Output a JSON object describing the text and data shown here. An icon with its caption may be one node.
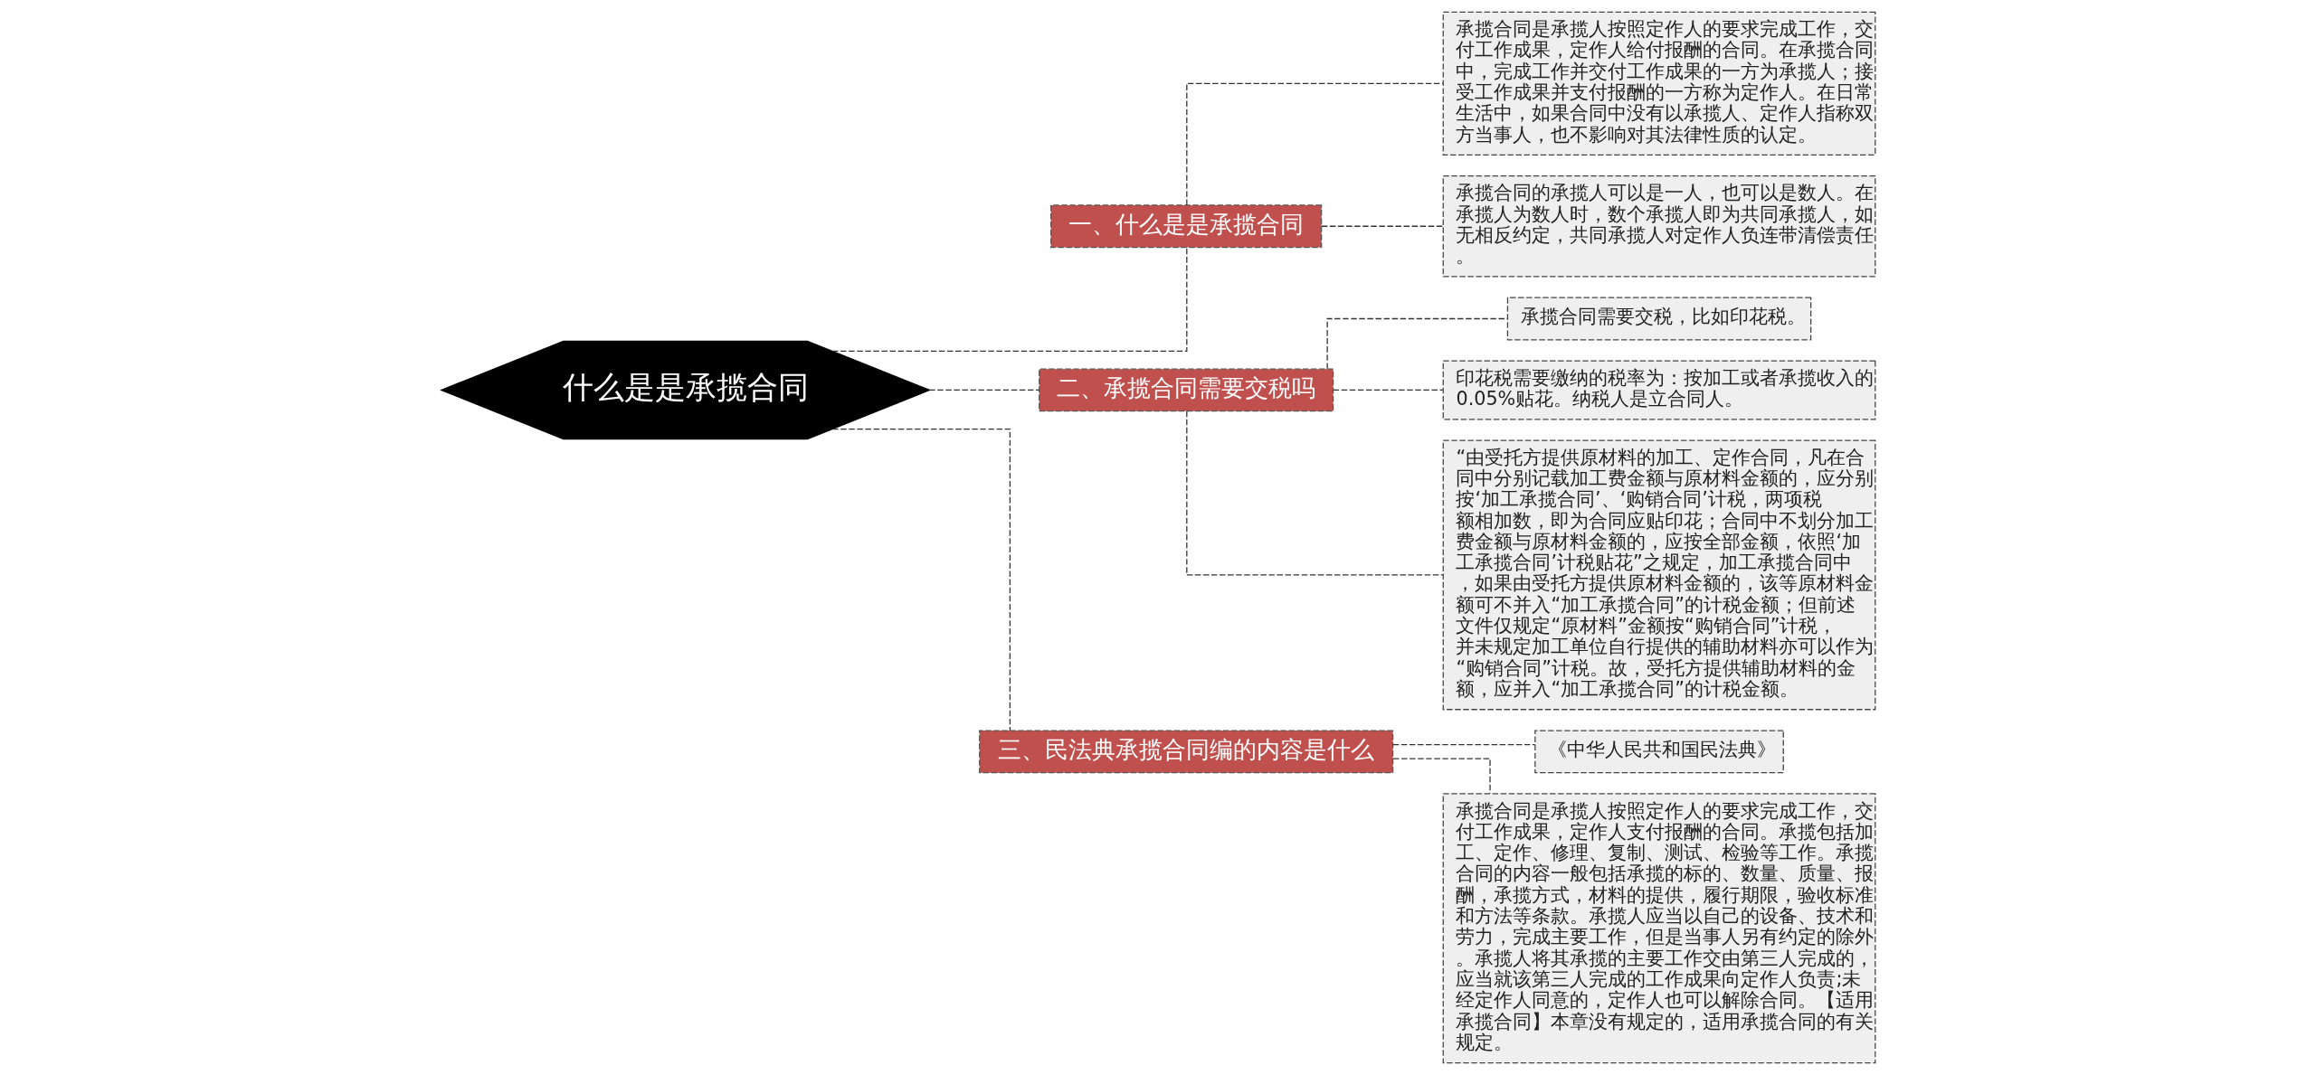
{
  "diagram": {
    "nodes": [
      {
        "text": [
          "什么是是承揽合同"
        ]
      },
      {
        "text": [
          "一、什么是是承揽合同"
        ]
      },
      {
        "text": [
          "承揽合同是承揽人按照定作人的要求完成工作，交付工作成果，定作人给付报酬的合同。在承揽合同中，完成工作并交付工作成果的一方为承揽人；接受工作成果并支付报酬的一方称为定作人。在日常生活中，如果合同中没有以承揽人、定作人指称双方当事人，也不影响对其法律性质的认定。"
        ]
      },
      {
        "text": [
          "承揽合同的承揽人可以是一人，也可以是数人。在承揽人为数人时，数个承揽人即为共同承揽人，如无相反约定，共同承揽人对定作人负连带清偿责任。"
        ]
      },
      {
        "text": [
          "二、承揽合同需要交税吗"
        ]
      },
      {
        "text": [
          "承揽合同需要交税，比如印花税。"
        ]
      },
      {
        "text": [
          "印花税需要缴纳的税率为：按加工或者承揽收入的0.05%贴花。纳税人是立合同人。"
        ]
      },
      {
        "text": [
          "“由受托方提供原材料的加工、定作合同，凡在合同中分别记载加工费金额与原材料金额的，应分别按‘加工承揽合同’、‘购销合同’计税，两项税额相加数，即为合同应贴印花；合同中不划分加工费金额与原材料金额的，应按全部金额，依照‘加工承揽合同’计税贴花”之规定，加工承揽合同中，如果由受托方提供原材料金额的，该等原材料金额可不并入“加工承揽合同”的计税金额；但前述文件仅规定“原材料”金额按“购销合同”计税，并未规定加工单位自行提供的辅助材料亦可以作为“购销合同”计税。故，受托方提供辅助材料的金额，应并入“加工承揽合同”的计税金额。"
        ]
      },
      {
        "text": [
          "三、民法典承揽合同编的内容是什么"
        ]
      },
      {
        "text": [
          "《中华人民共和国民法典》"
        ]
      },
      {
        "text": [
          "承揽合同是承揽人按照定作人的要求完成工作，交付工作成果，定作人支付报酬的合同。承揽包括加工、定作、修理、复制、测试、检验等工作。承揽合同的内容一般包括承揽的标的、数量、质量、报酬，承揽方式，材料的提供，履行期限，验收标准和方法等条款。承揽人应当以自己的设备、技术和劳力，完成主要工作，但是当事人另有约定的除外。承揽人将其承揽的主要工作交由第三人完成的，应当就该第三人完成的工作成果向定作人负责;未经定作人同意的，定作人也可以解除合同。【适用承揽合同】本章没有规定的，适用承揽合同的有关规定。"
        ]
      }
    ],
    "edges": [
      {
        "from": 0,
        "to": 1,
        "arrow": "none",
        "style": "dashed"
      },
      {
        "from": 1,
        "to": 2,
        "arrow": "none",
        "style": "dashed"
      },
      {
        "from": 1,
        "to": 3,
        "arrow": "none",
        "style": "dashed"
      },
      {
        "from": 0,
        "to": 4,
        "arrow": "none",
        "style": "dashed"
      },
      {
        "from": 4,
        "to": 5,
        "arrow": "none",
        "style": "dashed"
      },
      {
        "from": 4,
        "to": 6,
        "arrow": "none",
        "style": "dashed"
      },
      {
        "from": 4,
        "to": 7,
        "arrow": "none",
        "style": "dashed"
      },
      {
        "from": 0,
        "to": 8,
        "arrow": "none",
        "style": "dashed"
      },
      {
        "from": 8,
        "to": 9,
        "arrow": "none",
        "style": "dashed"
      },
      {
        "from": 8,
        "to": 10,
        "arrow": "none",
        "style": "dashed"
      }
    ]
  }
}
